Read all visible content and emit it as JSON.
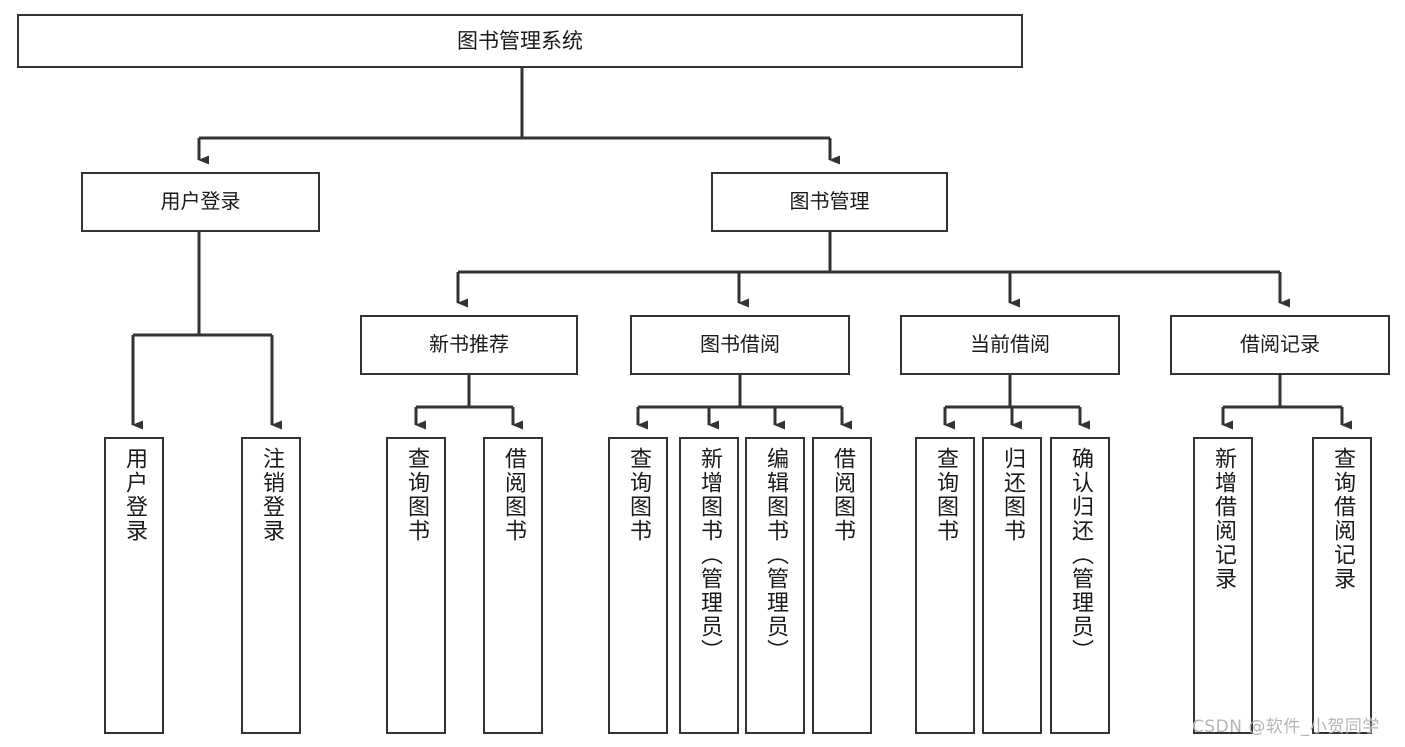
{
  "diagram": {
    "title": "图书管理系统",
    "type": "功能结构图",
    "stroke_color": "#333333",
    "fill_color": "#ffffff",
    "text_color": "#1a1a1a",
    "background": "#ffffff"
  },
  "watermark": {
    "text": "CSDN @软件_小贺同学",
    "color": "#b5b5b5"
  },
  "nodes": {
    "root": {
      "label": "图书管理系统"
    },
    "level1": [
      {
        "id": "user-login",
        "label": "用户登录"
      },
      {
        "id": "book-manage",
        "label": "图书管理"
      }
    ],
    "level2": [
      {
        "id": "new-book-recommend",
        "label": "新书推荐",
        "parent": "book-manage"
      },
      {
        "id": "book-borrow",
        "label": "图书借阅",
        "parent": "book-manage"
      },
      {
        "id": "current-borrow",
        "label": "当前借阅",
        "parent": "book-manage"
      },
      {
        "id": "borrow-record",
        "label": "借阅记录",
        "parent": "book-manage"
      }
    ],
    "leaves": [
      {
        "id": "leaf-user-login",
        "label": "用户登录",
        "parent": "user-login"
      },
      {
        "id": "leaf-logout",
        "label": "注销登录",
        "parent": "user-login"
      },
      {
        "id": "leaf-query-book-1",
        "label": "查询图书",
        "parent": "new-book-recommend"
      },
      {
        "id": "leaf-borrow-book-1",
        "label": "借阅图书",
        "parent": "new-book-recommend"
      },
      {
        "id": "leaf-query-book-2",
        "label": "查询图书",
        "parent": "book-borrow"
      },
      {
        "id": "leaf-add-book",
        "label": "新增图书（管理员）",
        "parent": "book-borrow"
      },
      {
        "id": "leaf-edit-book",
        "label": "编辑图书（管理员）",
        "parent": "book-borrow"
      },
      {
        "id": "leaf-borrow-book-2",
        "label": "借阅图书",
        "parent": "book-borrow"
      },
      {
        "id": "leaf-query-book-3",
        "label": "查询图书",
        "parent": "current-borrow"
      },
      {
        "id": "leaf-return-book",
        "label": "归还图书",
        "parent": "current-borrow"
      },
      {
        "id": "leaf-confirm-return",
        "label": "确认归还（管理员）",
        "parent": "current-borrow"
      },
      {
        "id": "leaf-add-record",
        "label": "新增借阅记录",
        "parent": "borrow-record"
      },
      {
        "id": "leaf-query-record",
        "label": "查询借阅记录",
        "parent": "borrow-record"
      }
    ]
  }
}
